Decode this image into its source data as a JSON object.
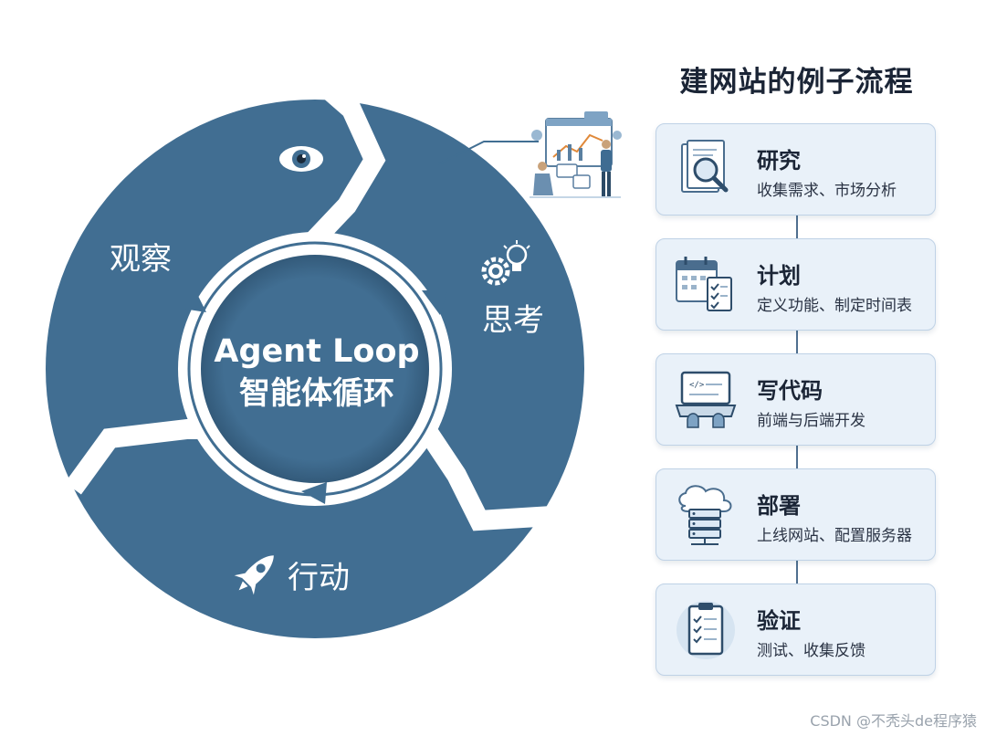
{
  "cycle": {
    "center_title": "Agent Loop",
    "center_subtitle": "智能体循环",
    "observe_label": "观察",
    "think_label": "思考",
    "act_label": "行动"
  },
  "panel": {
    "title": "建网站的例子流程",
    "steps": [
      {
        "title": "研究",
        "desc": "收集需求、市场分析",
        "icon": "magnifier-document-icon"
      },
      {
        "title": "计划",
        "desc": "定义功能、制定时间表",
        "icon": "calendar-checklist-icon"
      },
      {
        "title": "写代码",
        "desc": "前端与后端开发",
        "icon": "laptop-code-icon"
      },
      {
        "title": "部署",
        "desc": "上线网站、配置服务器",
        "icon": "cloud-server-icon"
      },
      {
        "title": "验证",
        "desc": "测试、收集反馈",
        "icon": "clipboard-check-icon"
      }
    ]
  },
  "watermark": "CSDN @不秃头de程序猿",
  "colors": {
    "ring": "#416e92",
    "panel_bg": "#e9f1f9",
    "panel_border": "#bfd2e6"
  }
}
